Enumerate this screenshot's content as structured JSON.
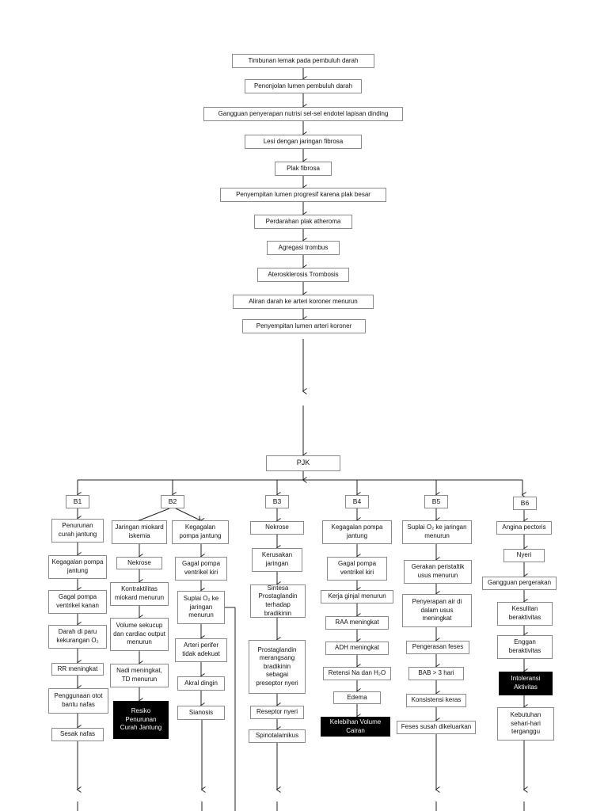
{
  "colors": {
    "line": "#222222",
    "box_border": "#8a8a8a",
    "dark_box": "#000000",
    "dark_text": "#ffffff"
  },
  "chain": [
    "Timbunan lemak pada pembuluh darah",
    "Penonjolan lumen pembuluh darah",
    "Gangguan penyerapan nutrisi sel-sel endotel lapisan dinding",
    "Lesi dengan jaringan fibrosa",
    "Plak fibrosa",
    "Penyempitan lumen progresif karena plak besar",
    "Perdarahan plak atheroma",
    "Agregasi trombus",
    "Aterosklerosis Trombosis",
    "Aliran darah ke arteri koroner menurun",
    "Penyempitan lumen arteri koroner"
  ],
  "pjk": "PJK",
  "branches": {
    "b1": {
      "label": "B1",
      "items": [
        "Penurunan curah jantung",
        "Kegagalan pompa jantung",
        "Gagal pompa ventrikel kanan",
        "Darah di paru kekurangan O₂",
        "RR meningkat",
        "Penggunaan otot bantu nafas",
        "Sesak nafas"
      ]
    },
    "b2": {
      "label": "B2",
      "left_items": [
        "Jaringan miokard iskemia",
        "Nekrose",
        "Kontraktilitas miokard menurun",
        "Volume sekucup dan cardiac output menurun",
        "Nadi meningkat, TD menurun",
        "Resiko Penurunan Curah Jantung"
      ],
      "right_items": [
        "Kegagalan pompa jantung",
        "Gagal pompa ventrikel kiri",
        "Suplai O₂ ke jaringan menurun",
        "Arteri perifer tidak adekuat",
        "Akral dingin",
        "Sianosis"
      ]
    },
    "b3": {
      "label": "B3",
      "items": [
        "Nekrose",
        "Kerusakan jaringan",
        "Sintesa Prostaglandin terhadap bradikinin",
        "Prostaglandin merangsang bradikinin sebagai preseptor nyeri",
        "Reseptor nyeri",
        "Spinotalamikus"
      ]
    },
    "b4": {
      "label": "B4",
      "items": [
        "Kegagalan pompa jantung",
        "Gagal pompa ventrikel kiri",
        "Kerja ginjal menurun",
        "RAA meningkat",
        "ADH meningkat",
        "Retensi Na dan H₂O",
        "Edema",
        "Kelebihan Volume Cairan"
      ]
    },
    "b5": {
      "label": "B5",
      "items": [
        "Suplai O₂ ke jaringan menurun",
        "Gerakan peristaltik usus menurun",
        "Penyerapan air di dalam usus meningkat",
        "Pengerasan feses",
        "BAB > 3 hari",
        "Konsistensi keras",
        "Feses susah dikeluarkan"
      ]
    },
    "b6": {
      "label": "B6",
      "items": [
        "Angina pectoris",
        "Nyeri",
        "Gangguan pergerakan",
        "Kesulitan beraktivitas",
        "Enggan beraktivitas",
        "Intoleransi Aktivitas",
        "Kebutuhan sehari-hari terganggu"
      ]
    }
  }
}
